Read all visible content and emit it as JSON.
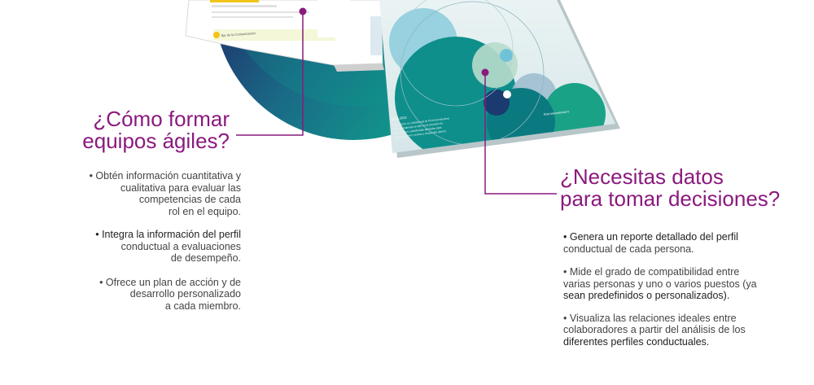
{
  "left_section": {
    "title_line1": "¿Cómo formar",
    "title_line2": "equipos ágiles?",
    "bullets": [
      [
        "• Obtén información cuantitativa y",
        "cualitativa para evaluar las",
        "competencias de cada",
        "rol en el equipo."
      ],
      [
        "• Integra la información del perfil",
        "conductual a evaluaciones",
        "de desempeño."
      ],
      [
        "• Ofrece un plan de acción y de",
        "desarrollo personalizado",
        "a cada miembro."
      ]
    ]
  },
  "right_section": {
    "title_line1": "¿Necesitas datos",
    "title_line2": "para tomar decisiones?",
    "bullets": [
      [
        "• Genera un reporte detallado del perfil",
        "conductual de cada persona."
      ],
      [
        "• Mide el grado de compatibilidad entre",
        "varias personas y uno o varios puestos (ya",
        "sean predefinidos o personalizados)."
      ],
      [
        "• Visualiza las relaciones ideales entre",
        "colaboradores a partir del análisis de los",
        "diferentes perfiles conductuales."
      ]
    ]
  },
  "booklet": {
    "left_page_label": "Eje de la Comunicación",
    "cover_date": "15.06.2022",
    "cover_text": [
      "Este reporte es confidencial de PDA Internacional.",
      "PDA International es líder en la provisión de",
      "evaluaciones cuantificadas aplicadas para",
      "ayudarte retener, motivar y desarrollar talento."
    ],
    "cover_brand": "PDA International ®"
  },
  "colors": {
    "accent": "#8a1a7e",
    "teal": "#0f8f8a",
    "navy": "#1f2f6b"
  }
}
